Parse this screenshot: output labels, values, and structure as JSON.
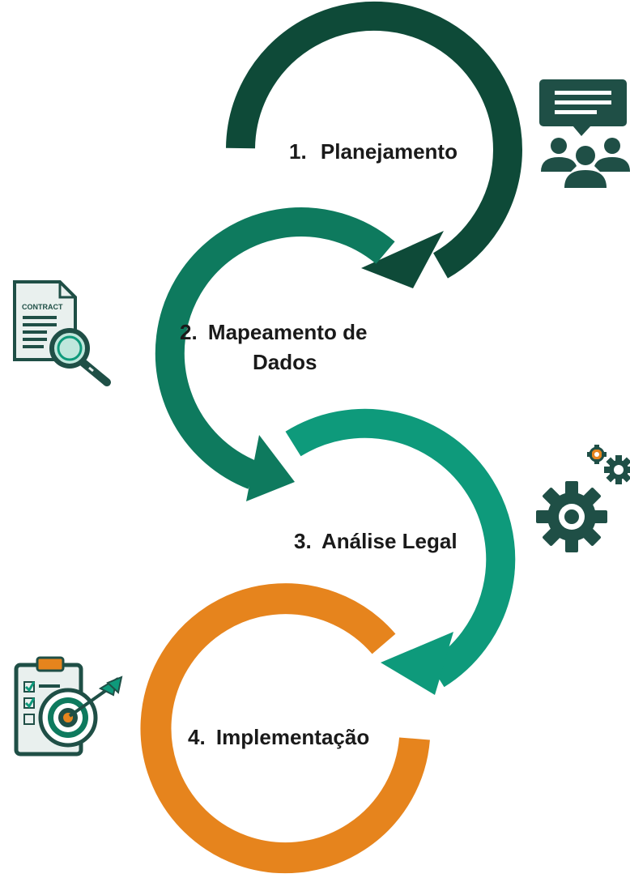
{
  "steps": [
    {
      "number": "1.",
      "title": "Planejamento",
      "color": "#0e4a38"
    },
    {
      "number": "2.",
      "title": "Mapeamento de",
      "title_line2": "Dados",
      "color": "#0e7a5e"
    },
    {
      "number": "3.",
      "title": "Análise Legal",
      "color": "#0e9a7b"
    },
    {
      "number": "4.",
      "title": "Implementação",
      "color": "#e6841d"
    }
  ],
  "icons": {
    "meeting": "meeting-people-icon",
    "contract": "contract-search-icon",
    "contract_word": "CONTRACT",
    "gears": "gears-icon",
    "target": "clipboard-target-icon"
  },
  "colors": {
    "dark_green": "#0e4a38",
    "mid_green": "#0e7a5e",
    "teal": "#0e9a7b",
    "orange": "#e6841d",
    "icon_dark": "#1f4f46",
    "icon_light": "#e9f0ee"
  }
}
